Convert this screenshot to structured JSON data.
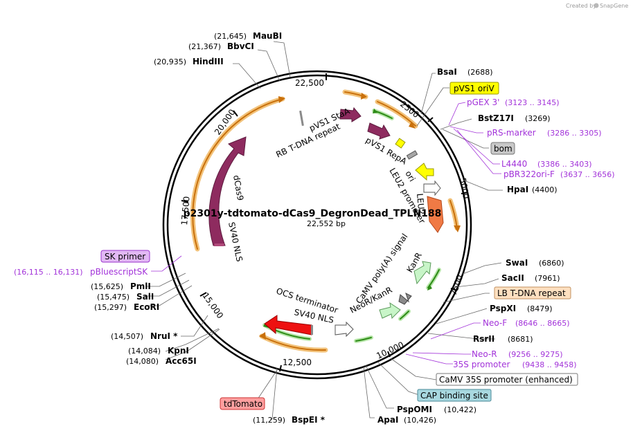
{
  "credit": {
    "prefix": "Created by",
    "brand": "SnapGene"
  },
  "plasmid": {
    "name": "p2301y-tdtomato-dCas9_DegronDead_TPLN188",
    "length": "22,552 bp"
  },
  "ticks": [
    "22,500",
    "2500",
    "5000",
    "7500",
    "10,000",
    "12,500",
    "15,000",
    "17,500",
    "20,000"
  ],
  "sites_right": [
    {
      "name": "BsaI",
      "pos": "(2688)"
    },
    {
      "name": "BstZ17I",
      "pos": "(3269)"
    },
    {
      "name": "HpaI",
      "pos": "(4400)"
    },
    {
      "name": "SwaI",
      "pos": "(6860)"
    },
    {
      "name": "SacII",
      "pos": "(7961)"
    },
    {
      "name": "PspXI",
      "pos": "(8479)"
    },
    {
      "name": "RsrII",
      "pos": "(8681)"
    },
    {
      "name": "PspOMI",
      "pos": "(10,422)"
    },
    {
      "name": "ApaI",
      "pos": "(10,426)"
    }
  ],
  "sites_left": [
    {
      "name": "MauBI",
      "pos": "(21,645)"
    },
    {
      "name": "BbvCI",
      "pos": "(21,367)"
    },
    {
      "name": "HindIII",
      "pos": "(20,935)"
    },
    {
      "name": "PmlI",
      "pos": "(15,625)"
    },
    {
      "name": "SalI",
      "pos": "(15,475)"
    },
    {
      "name": "EcoRI",
      "pos": "(15,297)"
    },
    {
      "name": "NruI *",
      "pos": "(14,507)"
    },
    {
      "name": "KpnI",
      "pos": "(14,084)"
    },
    {
      "name": "Acc65I",
      "pos": "(14,080)"
    },
    {
      "name": "BspEI *",
      "pos": "(11,259)"
    }
  ],
  "primers": [
    {
      "name": "pGEX 3'",
      "pos": "(3123 .. 3145)"
    },
    {
      "name": "pRS-marker",
      "pos": "(3286 .. 3305)"
    },
    {
      "name": "L4440",
      "pos": "(3386 .. 3403)"
    },
    {
      "name": "pBR322ori-F",
      "pos": "(3637 .. 3656)"
    },
    {
      "name": "Neo-F",
      "pos": "(8646 .. 8665)"
    },
    {
      "name": "Neo-R",
      "pos": "(9256 .. 9275)"
    },
    {
      "name": "35S promoter",
      "pos": "(9438 .. 9458)"
    },
    {
      "name": "pBluescriptSK",
      "pos": "(16,115 .. 16,131)"
    }
  ],
  "boxed_labels": [
    {
      "text": "pVS1 oriV",
      "fill": "#ffff00",
      "stroke": "#999900"
    },
    {
      "text": "bom",
      "fill": "#c8c8c8",
      "stroke": "#777777"
    },
    {
      "text": "LB T-DNA repeat",
      "fill": "#ffe0c0",
      "stroke": "#c09060"
    },
    {
      "text": "CaMV 35S promoter (enhanced)",
      "fill": "#ffffff",
      "stroke": "#777777"
    },
    {
      "text": "CAP binding site",
      "fill": "#a8d8e0",
      "stroke": "#4a8a99"
    },
    {
      "text": "tdTomato",
      "fill": "#ff9f9f",
      "stroke": "#cc3333"
    },
    {
      "text": "SK primer",
      "fill": "#e2b8f5",
      "stroke": "#9933cc"
    }
  ],
  "features": [
    {
      "text": "pVS1 StaA"
    },
    {
      "text": "pVS1 RepA"
    },
    {
      "text": "RB T-DNA repeat"
    },
    {
      "text": "ori"
    },
    {
      "text": "LEU2 promoter"
    },
    {
      "text": "LEU2"
    },
    {
      "text": "CaMV poly(A) signal"
    },
    {
      "text": "KanR"
    },
    {
      "text": "NeoR/KanR"
    },
    {
      "text": "OCS terminator"
    },
    {
      "text": "SV40 NLS"
    },
    {
      "text": "dCas9"
    },
    {
      "text": "SV40 NLS"
    }
  ]
}
